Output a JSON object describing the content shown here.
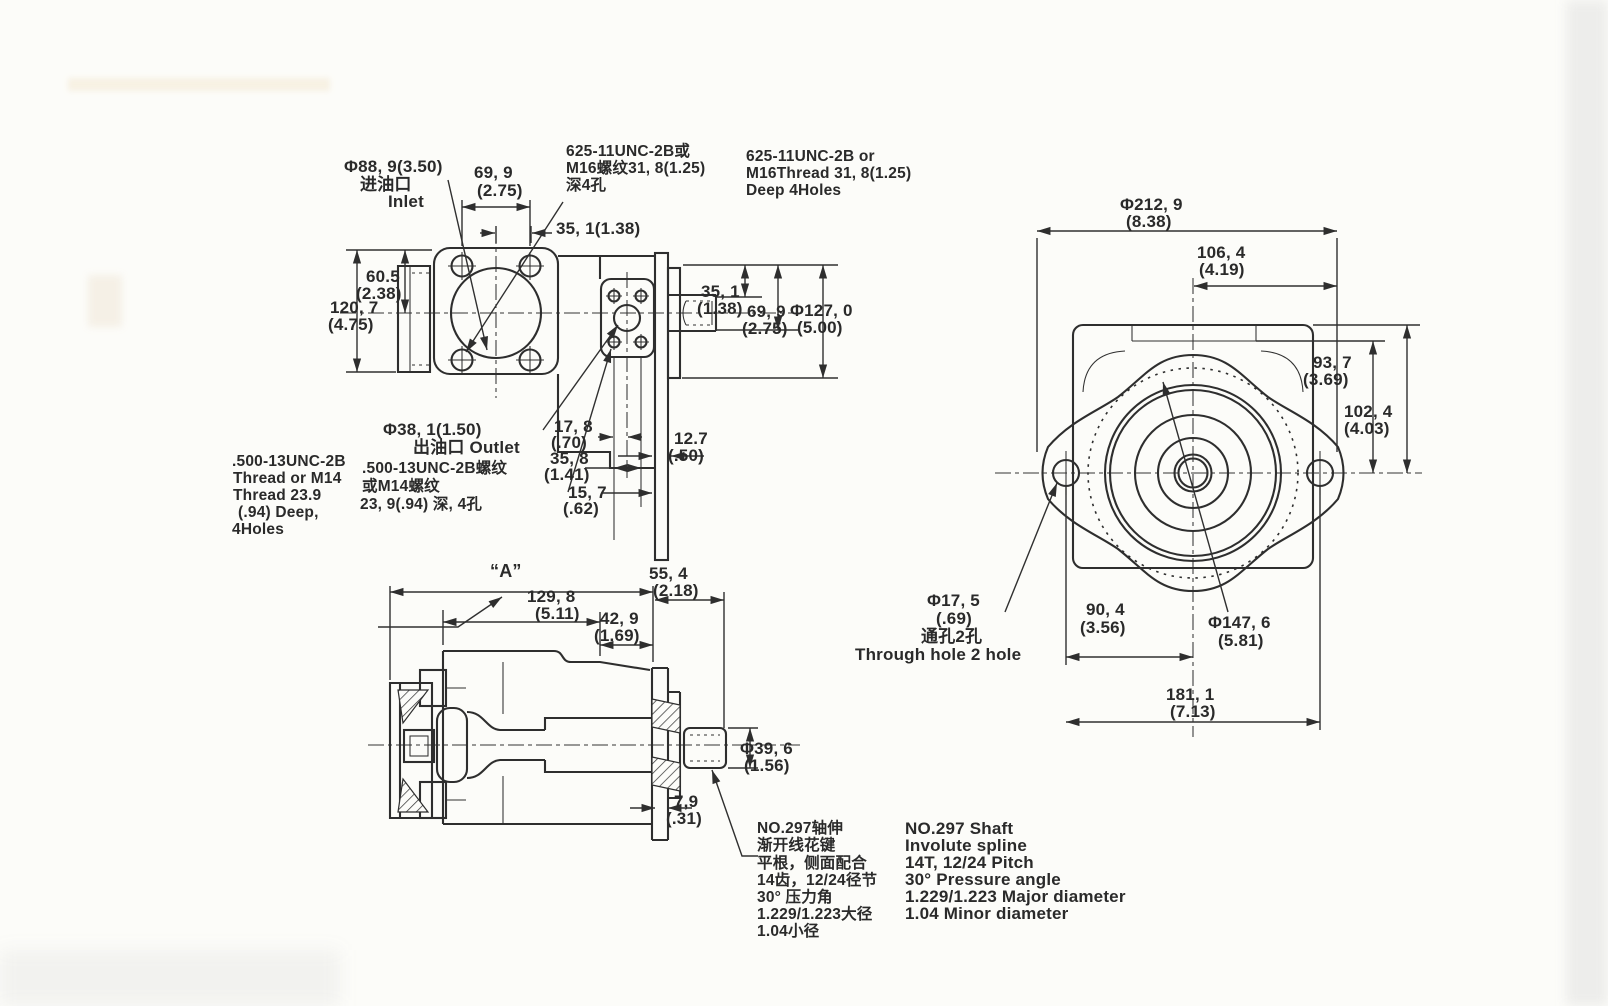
{
  "views": {
    "top": {
      "inlet_label": [
        "Φ88, 9(3.50)",
        "进油口",
        "Inlet"
      ],
      "dim_69_9_top": [
        "69, 9",
        "(2.75)"
      ],
      "bolt_thread_cn": [
        "625-11UNC-2B或",
        "M16螺纹31, 8(1.25)",
        "深4孔"
      ],
      "bolt_thread_en": [
        "625-11UNC-2B or",
        "M16Thread 31, 8(1.25)",
        "Deep 4Holes"
      ],
      "dim_35_1_top": "35, 1(1.38)",
      "dim_60_5": [
        "60.5",
        "(2.38)"
      ],
      "dim_120_7": [
        "120, 7",
        "(4.75)"
      ],
      "dim_35_1_right": [
        "35, 1",
        "(1.38)"
      ],
      "dim_69_9_right": [
        "69, 9",
        "(2.75)"
      ],
      "dim_127_0": [
        "Φ127, 0",
        "(5.00)"
      ],
      "outlet_label": [
        "Φ38, 1(1.50)",
        "出油口 Outlet"
      ],
      "outlet_thread_en": [
        ".500-13UNC-2B",
        "Thread or M14",
        "Thread 23.9",
        "(.94) Deep,",
        "4Holes"
      ],
      "outlet_thread_cn": [
        ".500-13UNC-2B螺纹",
        "或M14螺纹",
        "23, 9(.94) 深, 4孔"
      ],
      "dim_17_8": [
        "17, 8",
        "(.70)"
      ],
      "dim_35_8": [
        "35, 8",
        "(1.41)"
      ],
      "dim_12_7": [
        "12.7",
        "(.50)"
      ],
      "dim_15_7": [
        "15, 7",
        "(.62)"
      ]
    },
    "section": {
      "datum_a": "“A”",
      "dim_129_8": [
        "129, 8",
        "(5.11)"
      ],
      "dim_42_9": [
        "42, 9",
        "(1.69)"
      ],
      "dim_55_4": [
        "55, 4",
        "(2.18)"
      ],
      "dim_39_6": [
        "Φ39, 6",
        "(1.56)"
      ],
      "dim_7_9": [
        "7,9",
        "(.31)"
      ],
      "spline_note_cn": [
        "NO.297轴伸",
        "渐开线花键",
        "平根，侧面配合",
        "14齿，12/24径节",
        "30° 压力角",
        "1.229/1.223大径",
        "1.04小径"
      ],
      "spline_note_en": [
        "NO.297 Shaft",
        "Involute spline",
        "14T, 12/24 Pitch",
        "30° Pressure angle",
        "1.229/1.223 Major diameter",
        "1.04 Minor diameter"
      ]
    },
    "flange": {
      "dim_212_9": [
        "Φ212, 9",
        "(8.38)"
      ],
      "dim_106_4": [
        "106, 4",
        "(4.19)"
      ],
      "dim_93_7": [
        "93, 7",
        "(3.69)"
      ],
      "dim_102_4": [
        "102, 4",
        "(4.03)"
      ],
      "through_hole": [
        "Φ17, 5",
        "(.69)",
        "通孔2孔",
        "Through hole 2 hole"
      ],
      "dim_90_4": [
        "90, 4",
        "(3.56)"
      ],
      "dim_147_6": [
        "Φ147, 6",
        "(5.81)"
      ],
      "dim_181_1": [
        "181, 1",
        "(7.13)"
      ]
    }
  }
}
